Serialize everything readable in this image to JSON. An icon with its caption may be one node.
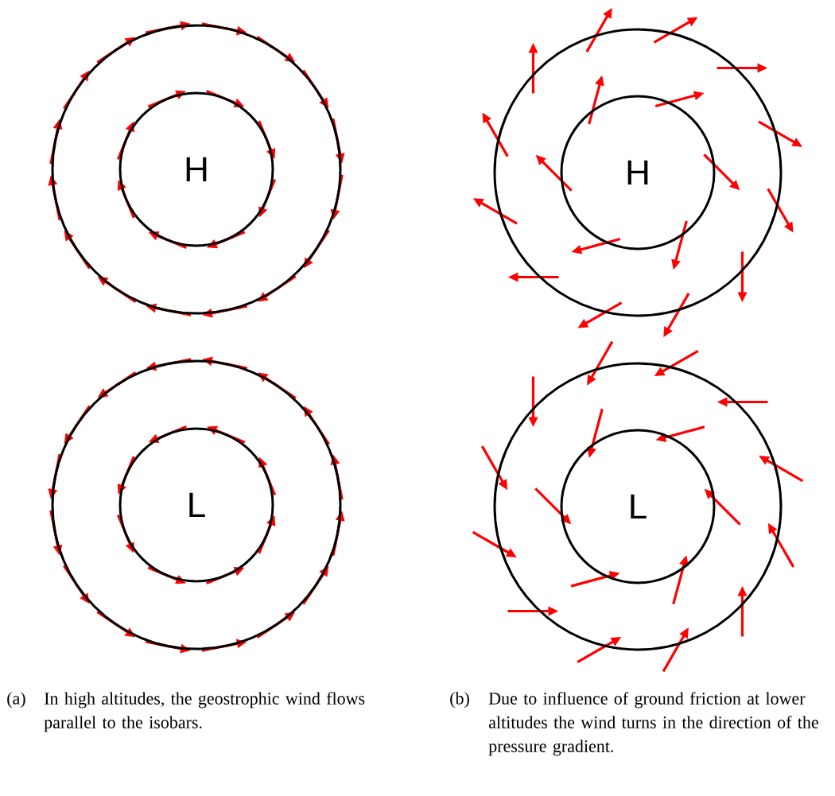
{
  "diagram": {
    "nodes": [
      {
        "text": [],
        "shape": "circle"
      },
      {
        "text": [
          "H"
        ],
        "in": 0
      },
      {
        "text": [],
        "shape": "circle"
      },
      {
        "text": [
          "H"
        ],
        "in": 2
      },
      {
        "text": [],
        "shape": "circle"
      },
      {
        "text": [
          "L"
        ],
        "in": 4
      },
      {
        "text": [],
        "shape": "circle"
      },
      {
        "text": [
          "L"
        ],
        "in": 6
      }
    ],
    "labels": [
      "(a)",
      "In high altitudes, the geostrophic wind flows parallel to the isobars.",
      "(b)",
      "Due to influence of ground friction at lower altitudes the wind turns in the direction of the pressure gradient."
    ]
  }
}
